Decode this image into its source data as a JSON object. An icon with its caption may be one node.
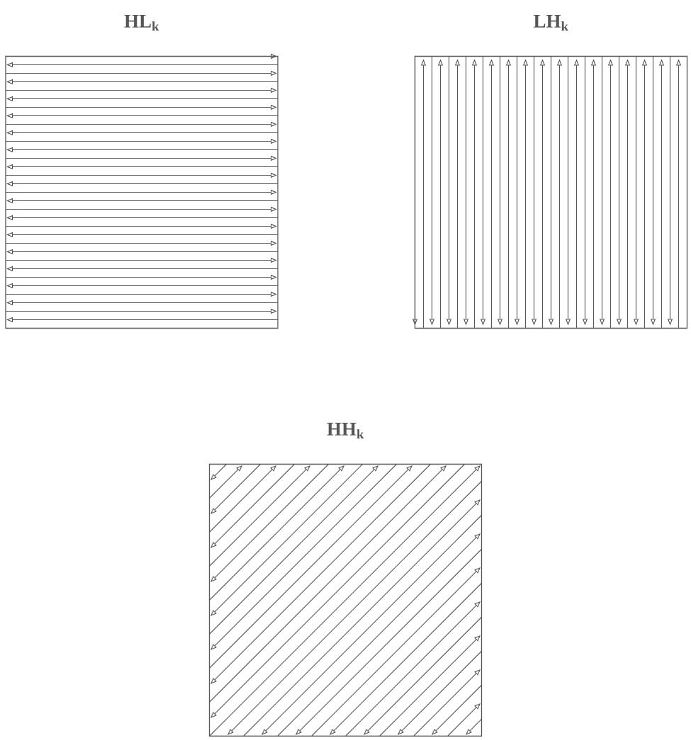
{
  "diagram": {
    "nodes": [
      {
        "text": [
          "HL$_{k}$"
        ]
      },
      {
        "text": [
          "LH$_{k}$"
        ]
      },
      {
        "text": [
          "HH$_{k}$"
        ]
      }
    ]
  }
}
